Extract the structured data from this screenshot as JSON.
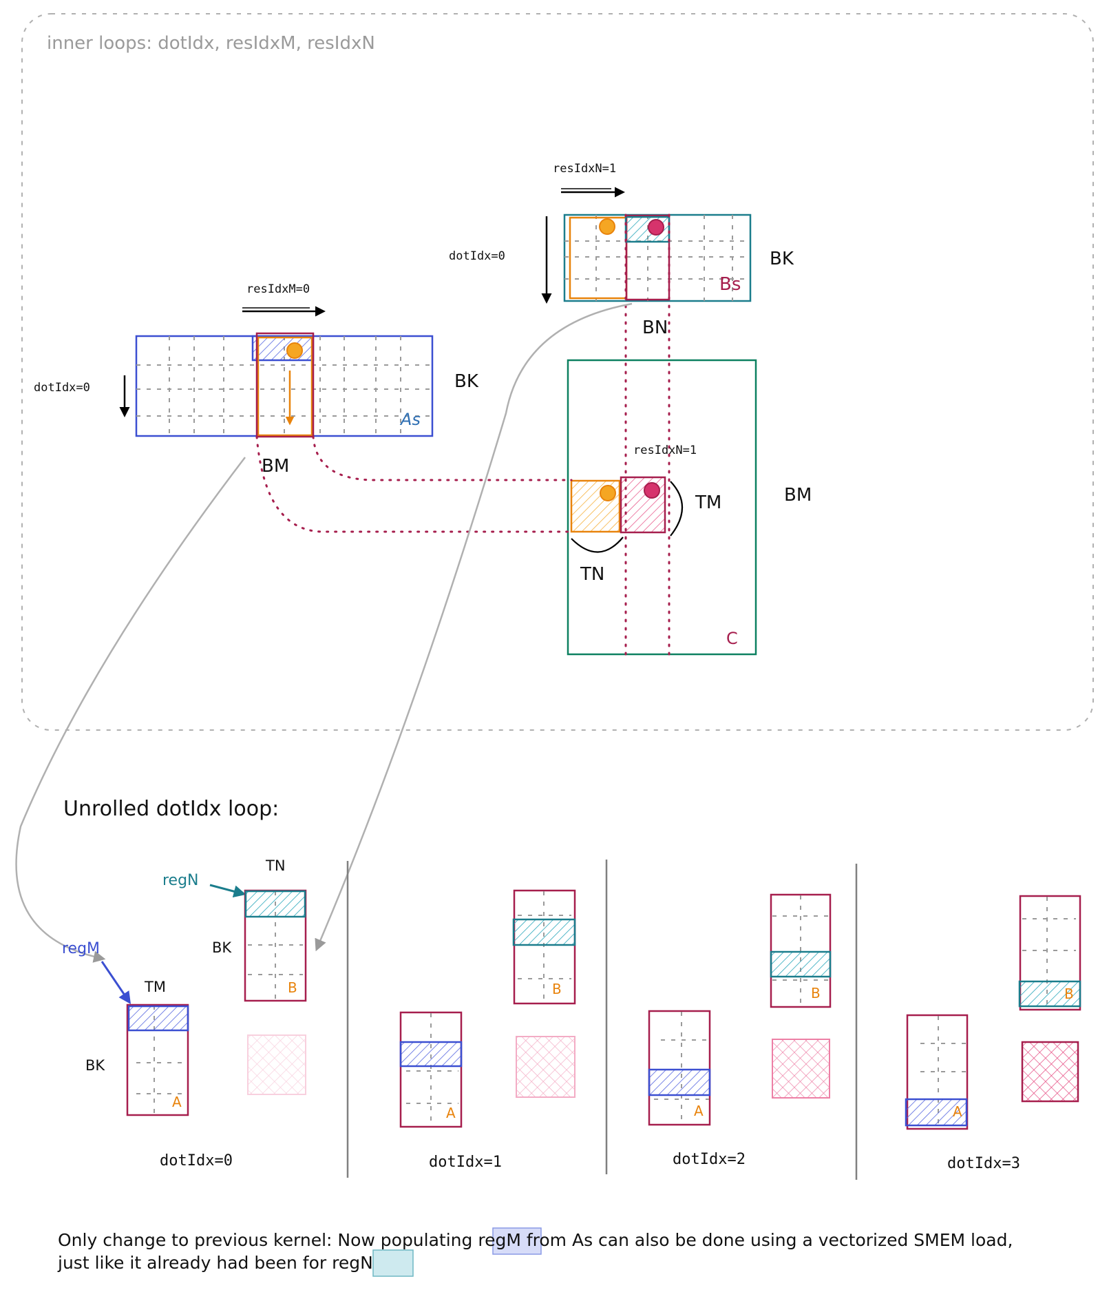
{
  "frame": {
    "label": "inner loops: dotIdx, resIdxM, resIdxN"
  },
  "matrices": {
    "As": {
      "name": "As",
      "height_label": "BK",
      "width_label": "BM",
      "loop_label_horizontal": "resIdxM=0",
      "loop_label_vertical": "dotIdx=0"
    },
    "Bs": {
      "name": "Bs",
      "height_label": "BK",
      "width_label": "BN",
      "loop_label_horizontal": "resIdxN=1",
      "loop_label_vertical": "dotIdx=0"
    },
    "C": {
      "name": "C",
      "height_label": "BM",
      "tile_label": "resIdxN=1",
      "tile_height_label": "TM",
      "tile_width_label": "TN"
    }
  },
  "unrolled": {
    "title": "Unrolled dotIdx loop:",
    "reg_m_label": "regM",
    "reg_n_label": "regN",
    "a_name": "A",
    "b_name": "B",
    "a_height_label": "BK",
    "b_height_label": "BK",
    "a_width_label": "TM",
    "b_width_label": "TN",
    "steps": [
      {
        "label": "dotIdx=0",
        "row": 0,
        "result_opacity": 0.25
      },
      {
        "label": "dotIdx=1",
        "row": 1,
        "result_opacity": 0.45
      },
      {
        "label": "dotIdx=2",
        "row": 2,
        "result_opacity": 0.7
      },
      {
        "label": "dotIdx=3",
        "row": 3,
        "result_opacity": 1.0
      }
    ]
  },
  "footer": {
    "line1_a": "Only change to previous kernel: Now populating",
    "line1_hl": "regM",
    "line1_b": "from As can also be done using a vectorized SMEM load,",
    "line2_a": "just like it already had been for",
    "line2_hl": "regN"
  },
  "colors": {
    "crimson": "#a61e4d",
    "blue": "#3b4fd1",
    "teal": "#1b7d8c",
    "orange": "#e8830c",
    "green": "#0c8060",
    "gray": "#9a9a9a",
    "pink": "#e64980",
    "as_label": "#2f6fb3"
  }
}
